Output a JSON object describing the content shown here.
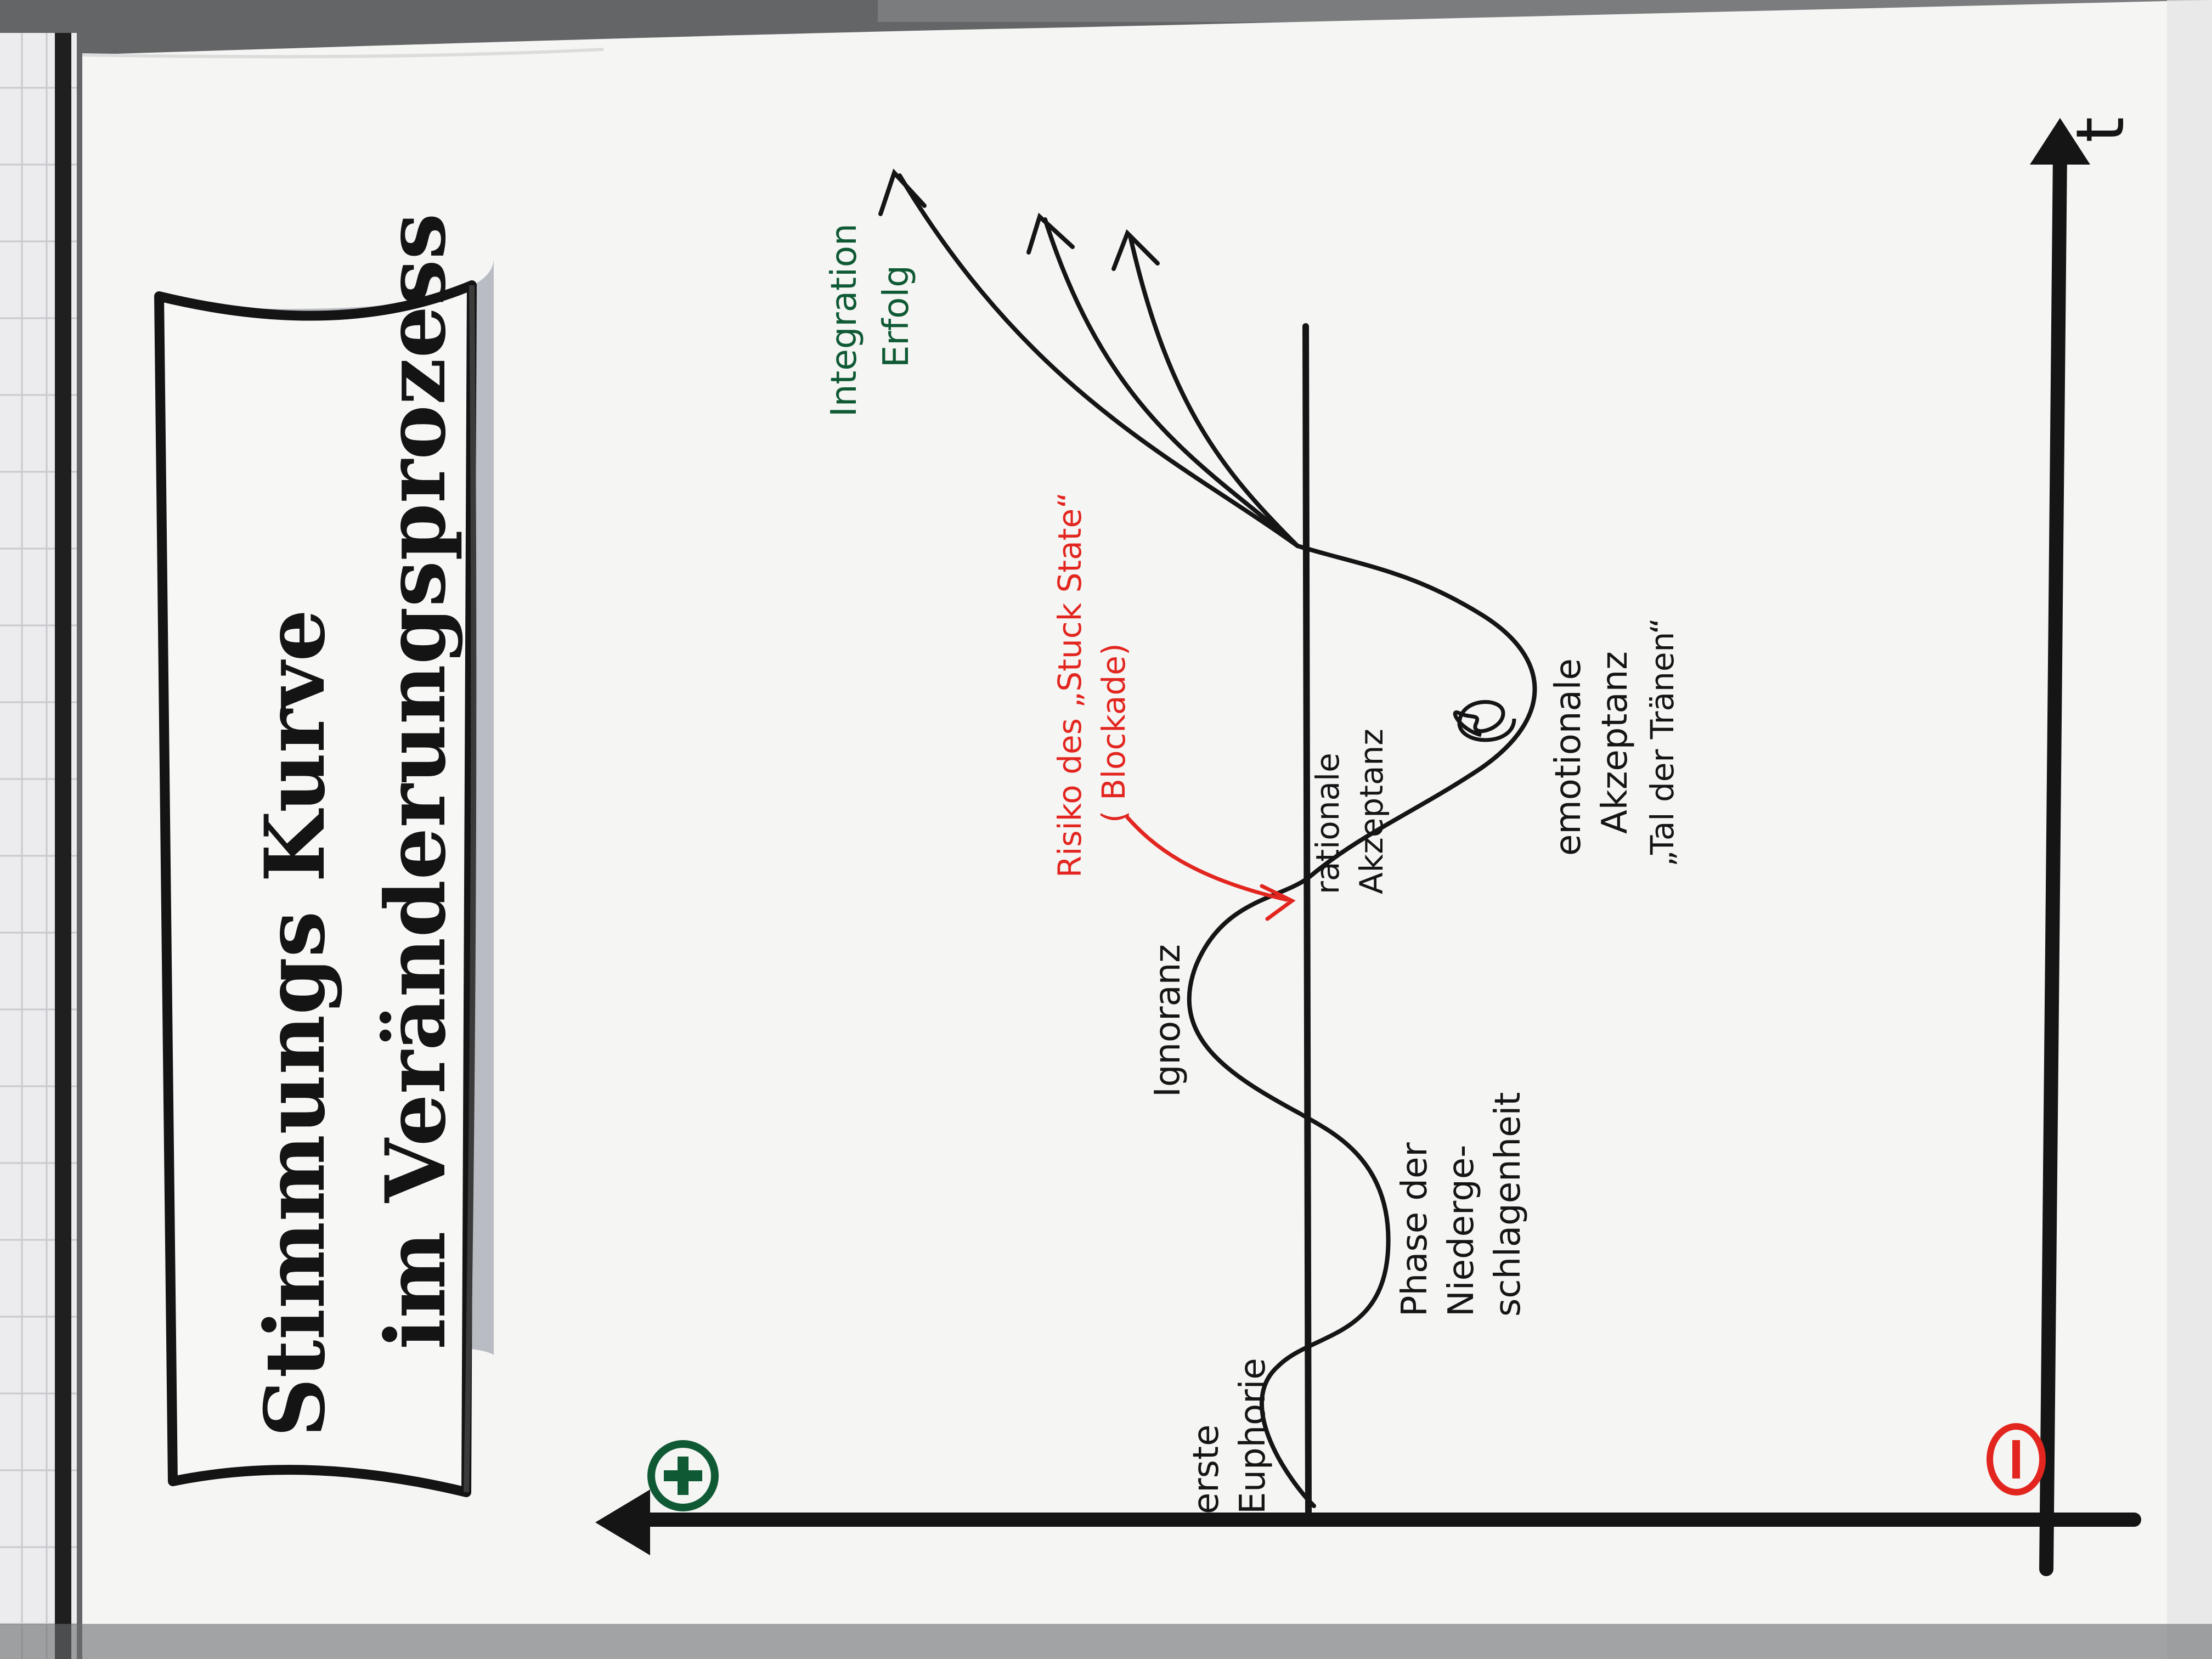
{
  "title": {
    "line1": "Stimmungs Kurve",
    "line2": "im Veränderungsprozess"
  },
  "axis": {
    "time_label": "t",
    "plus_symbol": "+",
    "minus_symbol": "-"
  },
  "labels": {
    "erste_euphorie": [
      "erste",
      "Euphorie"
    ],
    "phase_niedergeschlagenheit": [
      "Phase der",
      "Niederge-",
      "schlagenheit"
    ],
    "ignoranz": "Ignoranz",
    "rationale_akzeptanz": [
      "rationale",
      "Akzeptanz"
    ],
    "emotionale_akzeptanz": [
      "emotionale",
      "Akzeptanz",
      "„Tal der Tränen“"
    ],
    "stuck_state": [
      "Risiko des „Stuck State“",
      "( Blockade)"
    ],
    "integration": [
      "Integration",
      "Erfolg"
    ]
  },
  "colors": {
    "ink": "#151515",
    "green": "#0f5a34",
    "red": "#e2261f",
    "paper": "#f6f6f6",
    "tape": "#b9bdc3"
  },
  "icons": {
    "plus": "plus-circle-icon",
    "minus": "minus-circle-icon",
    "spiral": "spiral-icon"
  }
}
